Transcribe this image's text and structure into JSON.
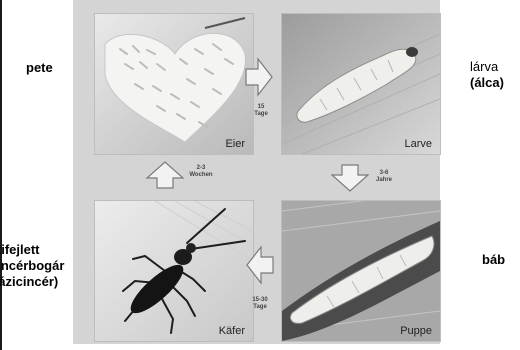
{
  "photos": {
    "eggs": {
      "caption": "Eier"
    },
    "larva": {
      "caption": "Larve"
    },
    "pupa": {
      "caption": "Puppe"
    },
    "beetle": {
      "caption": "Käfer"
    }
  },
  "arrows": {
    "eggs_to_larva": {
      "line1": "15",
      "line2": "Tage"
    },
    "larva_to_pupa": {
      "line1": "3-6",
      "line2": "Jahre"
    },
    "pupa_to_beetle": {
      "line1": "15-30",
      "line2": "Tage"
    },
    "beetle_to_eggs": {
      "line1": "2-3",
      "line2": "Wochen"
    }
  },
  "side_labels": {
    "egg": "pete",
    "larva_line1": "lárva",
    "larva_line2": "(álca)",
    "pupa": "báb",
    "adult_line1": "kifejlett",
    "adult_line2": "cincérbogár",
    "adult_line3": "(házicincér)"
  }
}
